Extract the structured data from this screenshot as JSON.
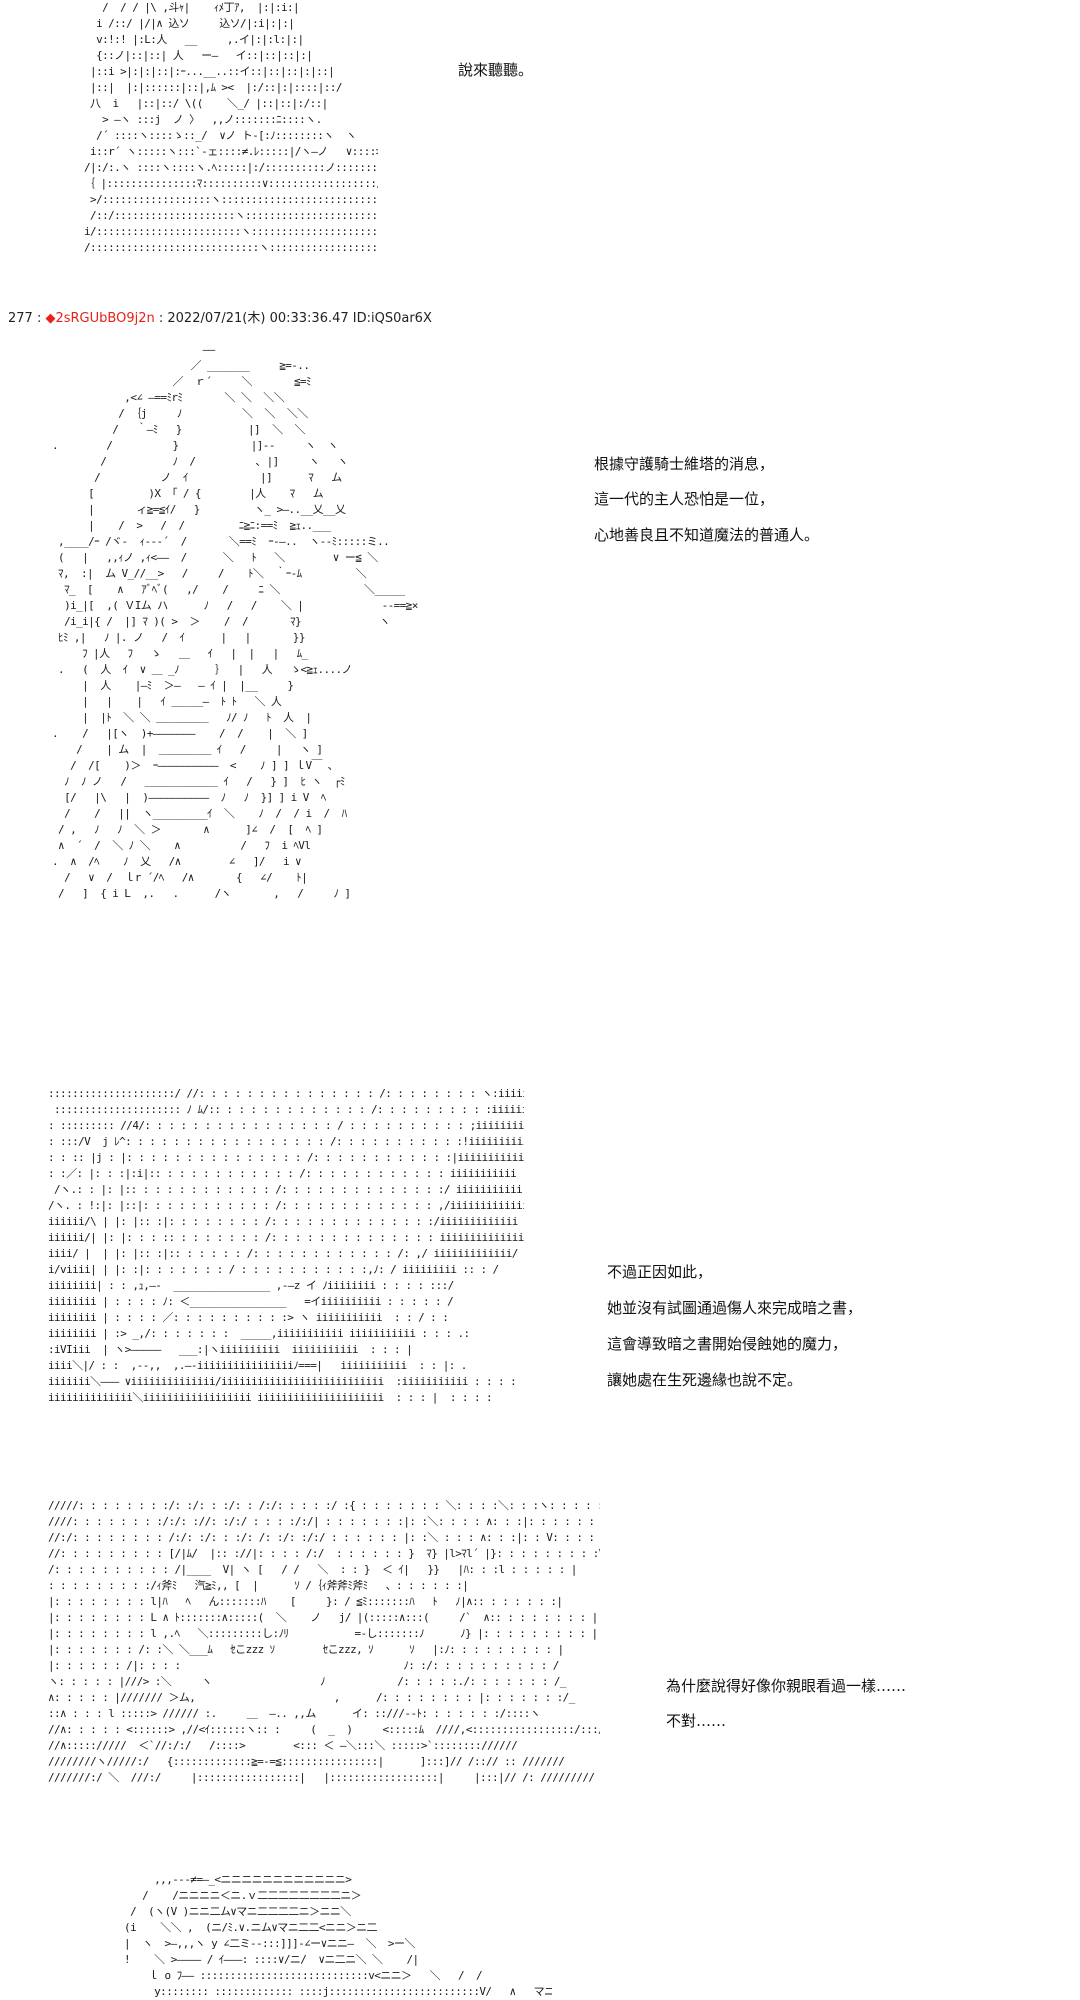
{
  "post_header": {
    "number": "277",
    "sep1": " : ",
    "trip": "◆2sRGUbBO9j2n",
    "sep2": " : ",
    "datetime": "2022/07/21(木) 00:33:36.47 ID:iQS0ar6X"
  },
  "captions": {
    "panel0": [
      "說來聽聽。"
    ],
    "panel1": [
      "根據守護騎士維塔的消息，",
      "這一代的主人恐怕是一位，",
      "心地善良且不知道魔法的普通人。"
    ],
    "panel2": [
      "不過正因如此，",
      "她並沒有試圖通過傷人來完成暗之書，",
      "這會導致暗之書開始侵蝕她的魔力，",
      "讓她處在生死邊緣也說不定。"
    ],
    "panel3": [
      "為什麼說得好像你親眼看過一樣……",
      "不對……"
    ]
  }
}
